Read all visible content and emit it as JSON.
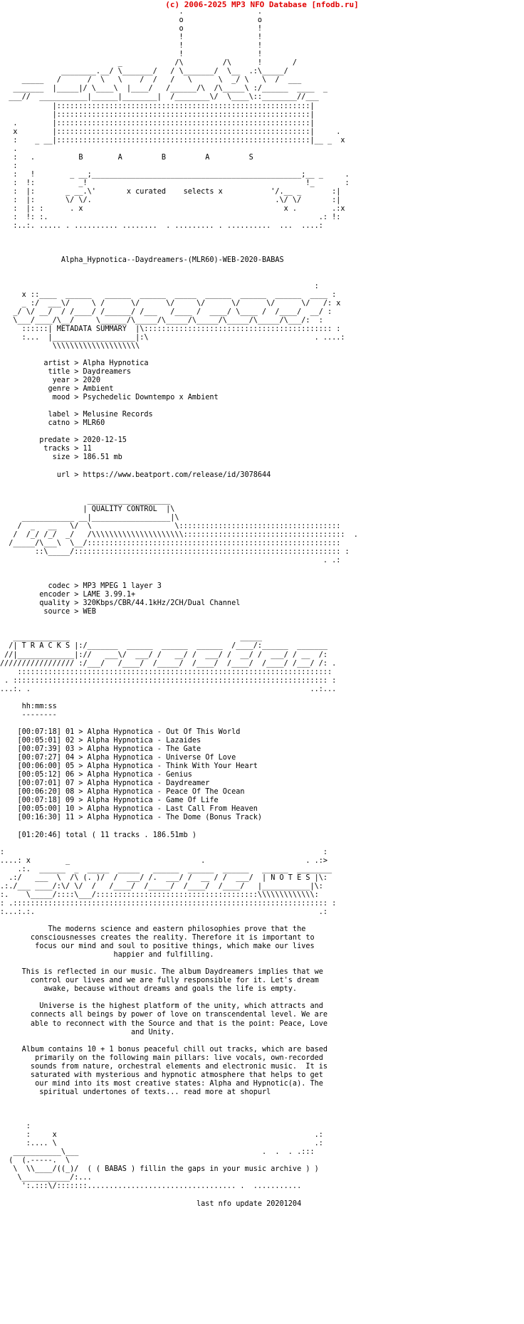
{
  "header": {
    "copyright": "(c) 2006-2025 MP3 NFO Database [nfodb.ru]",
    "accent_color": "#e00000"
  },
  "nfo_lines": [
    "                                         .                 .",
    "                                         o                 o",
    "                                         o                 !",
    "                                         !                 !",
    "                                         !                 !",
    "                                         !                 !",
    "                           _            /\\         /\\      !       /",
    "              ________.__/ \\_______/   / \\_______/  \\__  .:\\_____/",
    "     _____   /      /  \\   \\    /  /   /   \\      \\  _/ \\   \\  /  ___",
    "   _______  |_____|/ \\____\\  |____/   /______/\\  /\\_____\\ :/______  ____  _",
    "  ___//  ___________|______|________|  /________\\/  \\____\\::________//___",
    "            |::::::::::::::::::::::::::::::::::::::::::::::::::::::::::|",
    "            |::::::::::::::::::::::::::::::::::::::::::::::::::::::::::|",
    "   .        |::::::::::::::::::::::::::::::::::::::::::::::::::::::::::|",
    "   x        |::::::::::::::::::::::::::::::::::::::::::::::::::::::::::|     .",
    "   :    _ __|::::::::::::::::::::::::::::::::::::::::::::::::::::::::::|__ _  x",
    "   .",
    "   :   .          B        A         B         A         S",
    "   :",
    "   :   !        _ __;________________________________________________;__ _     .",
    "   :  !:          _!                                                  !_       :",
    "   :  |:       _ __.\\'       x curated    selects x           '/.__ _       :|",
    "   :  |:       \\/ \\/.                                          .\\/ \\/       :|",
    "   :  |: :      . x                                              x .        .:x",
    "   :  !: :.                                                              .: !:",
    "   :..:. ..... . .......... ........  . ......... . ..........  ...  ....:",
    "",
    "",
    "",
    "              Alpha_Hypnotica--Daydreamers-(MLR60)-WEB-2020-BABAS",
    "",
    "",
    "                                                                        :",
    "     x ::____  ______   ______  ______  _____  ______  ______  ______  ____ :",
    "     _ :/  ___\\/     \\ /      \\/      \\/     \\/      \\/      \\/      \\/   /: x",
    "   _/ \\/ __/  / /____/ /______/ /___   /____ /  ____/ \\____ /  /____/  __/ :",
    "   \\___/____/\\__/     \\______/\\_____/\\_____/\\_____/\\_____/\\_____/\\___/:  :",
    "     ::::::| METADATA SUMMARY  |\\::::::::::::::::::::::::::::::::::::::::::: :",
    "     :...  |___________________|:\\                                      . ....:",
    "            \\\\\\\\\\\\\\\\\\\\\\\\\\\\\\\\\\\\\\\\",
    "",
    "          artist > Alpha Hypnotica",
    "           title > Daydreamers",
    "            year > 2020",
    "           genre > Ambient",
    "            mood > Psychedelic Downtempo x Ambient",
    "",
    "           label > Melusine Records",
    "           catno > MLR60",
    "",
    "         predate > 2020-12-15",
    "          tracks > 11",
    "            size > 186.51 mb",
    "",
    "             url > https://www.beatport.com/release/id/3078644",
    "",
    "",
    "                    ___________________",
    "                   | QUALITY CONTROL  |\\",
    "     ____________ __|__________________|\\",
    "    /  _   __   \\/  \\                   \\:::::::::::::::::::::::::::::::::::::",
    "   /  /_/ /_/  _/   /\\\\\\\\\\\\\\\\\\\\\\\\\\\\\\\\\\\\\\\\\\:::::::::::::::::::::::::::::::::::::  .",
    "  /_____/\\___\\  \\__/::::::::::::::::::::::::::::::::::::::::::::::::::::::::::",
    "        ::\\_____/::::::::::::::::::::::::::::::::::::::::::::::::::::::::::::: :",
    "                                                                          . .:",
    "",
    "",
    "           codec > MP3 MPEG 1 layer 3",
    "         encoder > LAME 3.99.1+",
    "         quality > 320Kbps/CBR/44.1kHz/2CH/Dual Channel",
    "          source > WEB",
    "",
    "",
    "   _____________                                       _____",
    "  /| T R A C K S |:/_______  ______  ______  ______  /____/:______  _______",
    " //|_____________|://   ___\\/  ___/ /   __/ /  ___/ /  __/ /  ___/ / __  /:",
    "///////////////// :/___/   /____/  /_____/  /____/  /____/  /____/ /___/ /: .",
    "    ::::::::::::::::::::::::::::::::::::::::::::::::::::::::::::::::::::::::",
    " . :::::::::::::::::::::::::::::::::::::::::::::::::::::::::::::::::::::::: :",
    "...:. .                                                                ..:...",
    "",
    "     hh:mm:ss",
    "     --------",
    "",
    "    [00:07:18] 01 > Alpha Hypnotica - Out Of This World",
    "    [00:05:01] 02 > Alpha Hypnotica - Lazaides",
    "    [00:07:39] 03 > Alpha Hypnotica - The Gate",
    "    [00:07:27] 04 > Alpha Hypnotica - Universe Of Love",
    "    [00:06:00] 05 > Alpha Hypnotica - Think With Your Heart",
    "    [00:05:12] 06 > Alpha Hypnotica - Genius",
    "    [00:07:01] 07 > Alpha Hypnotica - Daydreamer",
    "    [00:06:20] 08 > Alpha Hypnotica - Peace Of The Ocean",
    "    [00:07:18] 09 > Alpha Hypnotica - Game Of Life",
    "    [00:05:00] 10 > Alpha Hypnotica - Last Call From Heaven",
    "    [00:16:30] 11 > Alpha Hypnotica - The Dome (Bonus Track)",
    "",
    "    [01:20:46] total ( 11 tracks . 186.51mb )",
    "",
    ":                                                                         :",
    "....: x        _                              .                       . .:>",
    "    .:.  ______  _  _____  _____   ______  ______  ______   ______  ________",
    "  .:/   ___  \\  /\\ (. )/  /  ___/ /.  ___/ /  __ / /  ___/  | N O T E S |\\:",
    ".:./___ ____/:\\/ \\/  /   /____/  /_____/  /____/  /____/   |___________|\\:",
    ":.    \\_____/::::\\___/:::::::::::::::::::::::::::::::::::::\\\\\\\\\\\\\\\\\\\\\\\\\\:",
    ": .:::::::::::::::::::::::::::::::::::::::::::::::::::::::::::::::::::::::: :",
    ":...:.:.                                                                 .:",
    "",
    "           The moderns science and eastern philosophies prove that the",
    "       consciousnesses creates the reality. Therefore it is important to",
    "        focus our mind and soul to positive things, which make our lives",
    "                          happier and fulfilling.",
    "",
    "     This is reflected in our music. The album Daydreamers implies that we",
    "       control our lives and we are fully responsible for it. Let's dream",
    "          awake, because without dreams and goals the life is empty.",
    "",
    "         Universe is the highest platform of the unity, which attracts and",
    "       connects all beings by power of love on transcendental level. We are",
    "       able to reconnect with the Source and that is the point: Peace, Love",
    "                              and Unity.",
    "",
    "     Album contains 10 + 1 bonus peaceful chill out tracks, which are based",
    "        primarily on the following main pillars: live vocals, own-recorded",
    "       sounds from nature, orchestral elements and electronic music.  It is",
    "       saturated with mysterious and hypnotic atmosphere that helps to get",
    "        our mind into its most creative states: Alpha and Hypnotic(a). The",
    "         spiritual undertones of texts... read more at shopurl",
    "",
    "",
    "",
    "      :",
    "      :     x                                                           .:",
    "      :.... \\                                                           .:",
    "   ___________\\___                                          .  .  . .:::",
    "  (  (.-----.  \\",
    "   \\  \\\\____/((_)/  ( ( BABAS ) fillin the gaps in your music archive ) )",
    "    \\___________/:...",
    "     ':.:::\\/:::::::.................................. .  ...........",
    "",
    "                                             last nfo update 20201204"
  ]
}
